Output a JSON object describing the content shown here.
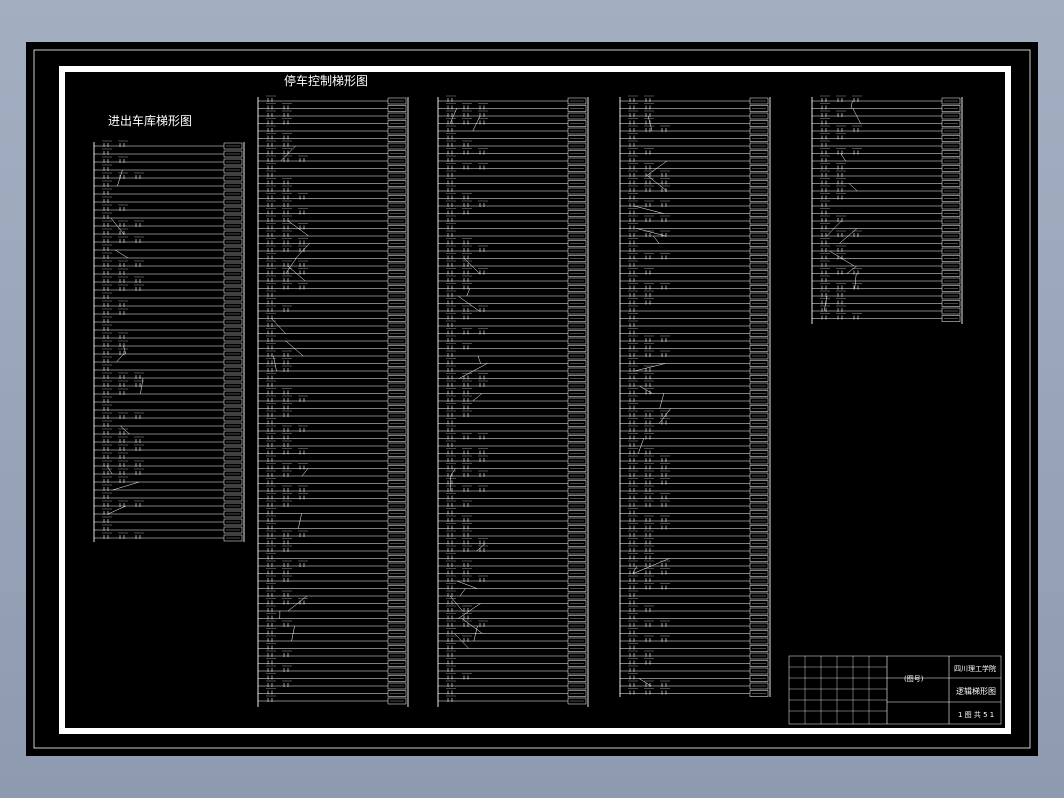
{
  "app": {
    "viewport_background": "#000000",
    "line_color": "#ffffff"
  },
  "drawing": {
    "title_left": "进出车库梯形图",
    "title_center": "停车控制梯形图"
  },
  "title_block": {
    "school": "四川理工学院",
    "drawing_name": "逻辑梯形图",
    "figure_no": "(图号)",
    "sheet": "1 图 共 5 1"
  }
}
